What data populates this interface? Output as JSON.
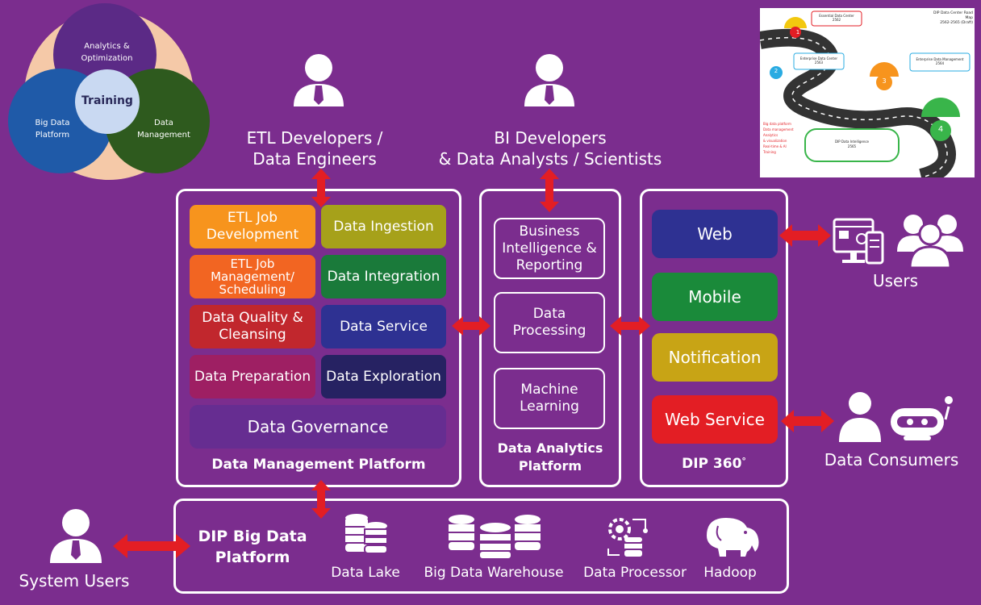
{
  "venn": {
    "top": "Analytics & Optimization",
    "left": "Big Data Platform",
    "right": "Data Management",
    "center": "Training"
  },
  "roles": {
    "etl": [
      "ETL Developers /",
      "Data Engineers"
    ],
    "bi": [
      "BI Developers",
      "& Data Analysts / Scientists"
    ]
  },
  "dmp": {
    "title": "Data Management Platform",
    "boxes": [
      {
        "label": "ETL Job Development",
        "color": "#f7941d"
      },
      {
        "label": "Data Ingestion",
        "color": "#a6a11a"
      },
      {
        "label": "ETL Job Management/ Scheduling",
        "color": "#f26522"
      },
      {
        "label": "Data Integration",
        "color": "#1a7a3a"
      },
      {
        "label": "Data Quality & Cleansing",
        "color": "#c1272d"
      },
      {
        "label": "Data Service",
        "color": "#2e3192"
      },
      {
        "label": "Data Preparation",
        "color": "#9e1f63"
      },
      {
        "label": "Data Exploration",
        "color": "#262262"
      }
    ],
    "governance": "Data Governance"
  },
  "dap": {
    "title": "Data Analytics Platform",
    "boxes": [
      "Business Intelligence & Reporting",
      "Data Processing",
      "Machine Learning"
    ]
  },
  "dip360": {
    "title": "DIP 360",
    "degree": "°",
    "boxes": [
      {
        "label": "Web",
        "color": "#2e3192"
      },
      {
        "label": "Mobile",
        "color": "#1a8a3a"
      },
      {
        "label": "Notification",
        "color": "#c8a415"
      },
      {
        "label": "Web Service",
        "color": "#e31e24"
      }
    ]
  },
  "right_labels": {
    "users": "Users",
    "consumers": "Data Consumers"
  },
  "bigdata": {
    "title": [
      "DIP Big Data",
      "Platform"
    ],
    "items": [
      "Data Lake",
      "Big Data Warehouse",
      "Data Processor",
      "Hadoop"
    ]
  },
  "system_users": "System Users",
  "roadmap": {
    "title": "DIP Data Center Road Map",
    "subtitle": "2562-2565 (Draft)",
    "milestones": [
      {
        "num": "1",
        "label": "Essential Data Center",
        "year": "2562"
      },
      {
        "num": "2",
        "label": "Enterprise Data Center",
        "year": "2563"
      },
      {
        "num": "3",
        "label": "Enterprise Data Management",
        "year": "2564"
      },
      {
        "num": "4",
        "label": "DIP Data Intelligence",
        "year": "2565"
      }
    ],
    "legend": [
      "Big data platform",
      "Data management",
      "Analytics",
      "& visualization",
      "Real-time & AI",
      "Training"
    ],
    "colors": {
      "red": "#e31e24",
      "orange": "#f7941d",
      "yellow": "#f2c80f",
      "green": "#39b54a",
      "blue": "#29abe2"
    }
  },
  "colors": {
    "bg": "#7b2d8e",
    "arrow": "#e31e24",
    "governance": "#662d91"
  }
}
